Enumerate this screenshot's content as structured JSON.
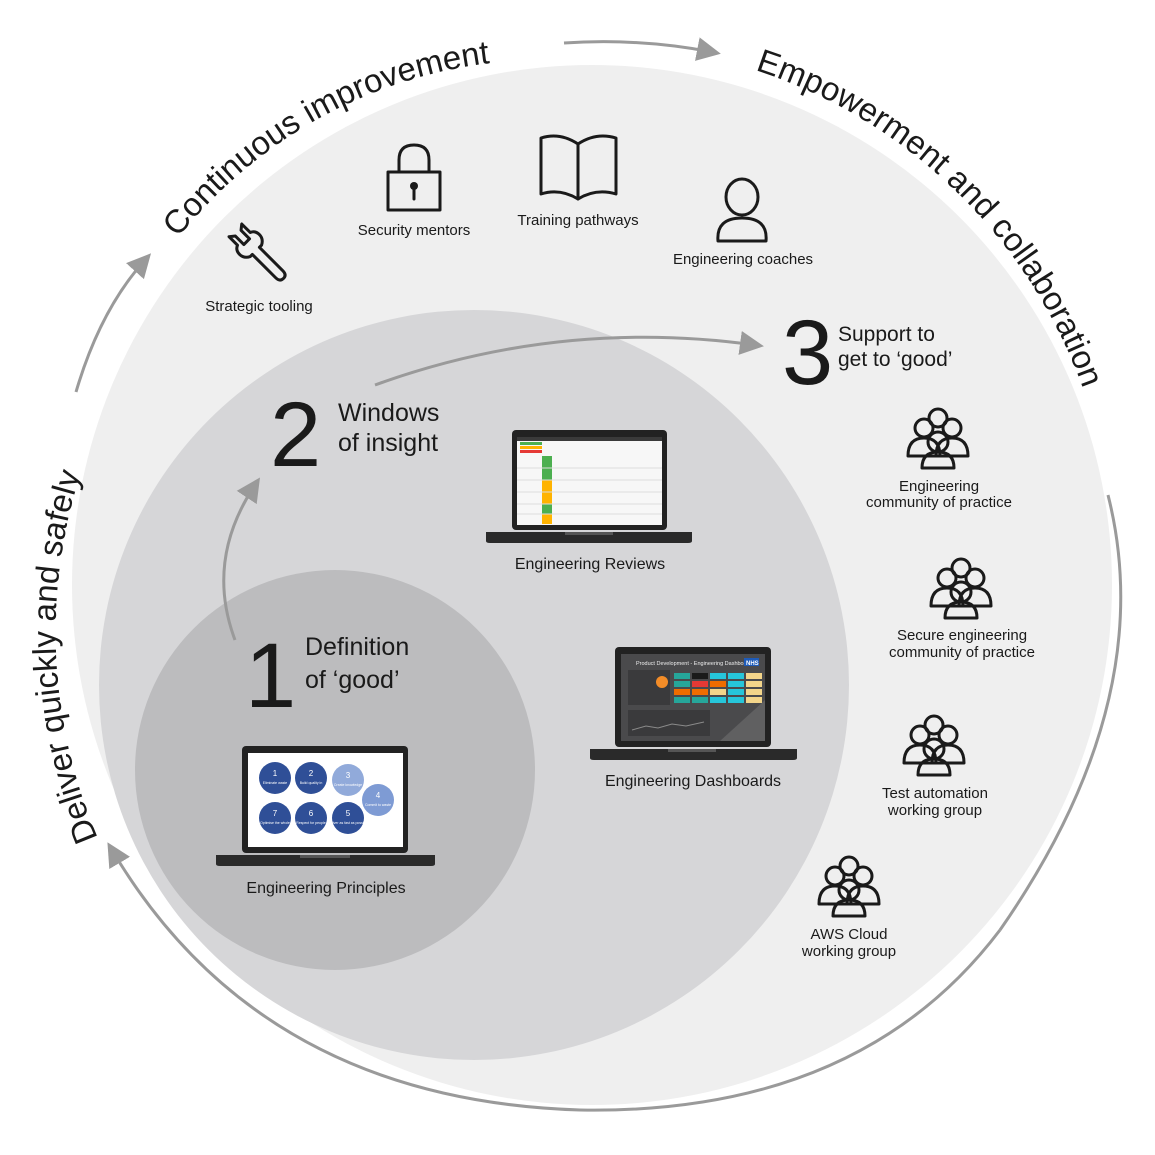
{
  "outer_arcs": {
    "continuous_improvement": "Continuous improvement",
    "empowerment": "Empowerment and collaboration",
    "deliver": "Deliver quickly and safely"
  },
  "steps": [
    {
      "number": "1",
      "line1": "Definition",
      "line2": "of ‘good’"
    },
    {
      "number": "2",
      "line1": "Windows",
      "line2": "of insight"
    },
    {
      "number": "3",
      "line1": "Support to",
      "line2": "get to ‘good’"
    }
  ],
  "tools": [
    {
      "label": "Strategic tooling",
      "icon": "wrench-icon"
    },
    {
      "label": "Security mentors",
      "icon": "padlock-icon"
    },
    {
      "label": "Training pathways",
      "icon": "book-icon"
    },
    {
      "label": "Engineering coaches",
      "icon": "person-icon"
    }
  ],
  "groups": [
    {
      "line1": "Engineering",
      "line2": "community of practice",
      "icon": "people-group-icon"
    },
    {
      "line1": "Secure engineering",
      "line2": "community of practice",
      "icon": "people-group-icon"
    },
    {
      "line1": "Test automation",
      "line2": "working group",
      "icon": "people-group-icon"
    },
    {
      "line1": "AWS Cloud",
      "line2": "working group",
      "icon": "people-group-icon"
    }
  ],
  "laptops": {
    "principles": {
      "label": "Engineering Principles",
      "bubbles": [
        {
          "n": "1",
          "t": "Eliminate waste"
        },
        {
          "n": "2",
          "t": "Build quality in"
        },
        {
          "n": "3",
          "t": "Create knowledge"
        },
        {
          "n": "4",
          "t": "Commit to waste"
        },
        {
          "n": "7",
          "t": "Optimise the whole"
        },
        {
          "n": "6",
          "t": "Respect for people"
        },
        {
          "n": "5",
          "t": "Deliver as fast as possible"
        }
      ]
    },
    "reviews": {
      "label": "Engineering Reviews"
    },
    "dashboards": {
      "label": "Engineering Dashboards",
      "screen_title": "Product Development - Engineering Dashboard",
      "badge": "NHS"
    }
  },
  "colors": {
    "outer_circle": "#efefef",
    "middle_circle": "#d6d6d8",
    "inner_circle": "#bcbcbe",
    "arrow": "#9a9a9a",
    "bubble_blue": "#2f4f97",
    "bubble_light": "#7e9bd4"
  }
}
